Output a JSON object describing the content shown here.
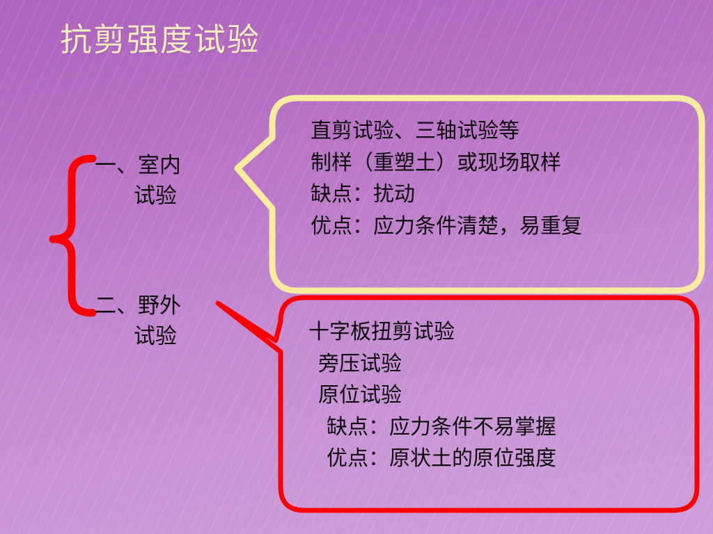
{
  "slide": {
    "title": "抗剪强度试验",
    "background": {
      "top_color": "#ae63bd",
      "bottom_color": "#cf9dda"
    },
    "title_color": "#f7edc0"
  },
  "branches": [
    {
      "id": "indoor",
      "line1": "一、室内",
      "line2": "试验"
    },
    {
      "id": "field",
      "line1": "二、野外",
      "line2": "试验"
    }
  ],
  "brace": {
    "color": "#fb0000"
  },
  "callouts": [
    {
      "id": "indoor-callout",
      "border_color": "#f7eda0",
      "lines": [
        "直剪试验、三轴试验等",
        "制样（重塑土）或现场取样",
        "缺点：扰动",
        "优点：应力条件清楚，易重复"
      ]
    },
    {
      "id": "field-callout",
      "border_color": "#fb0000",
      "lines": [
        "十字板扭剪试验",
        "旁压试验",
        "原位试验",
        "缺点：应力条件不易掌握",
        "优点：原状土的原位强度"
      ]
    }
  ]
}
